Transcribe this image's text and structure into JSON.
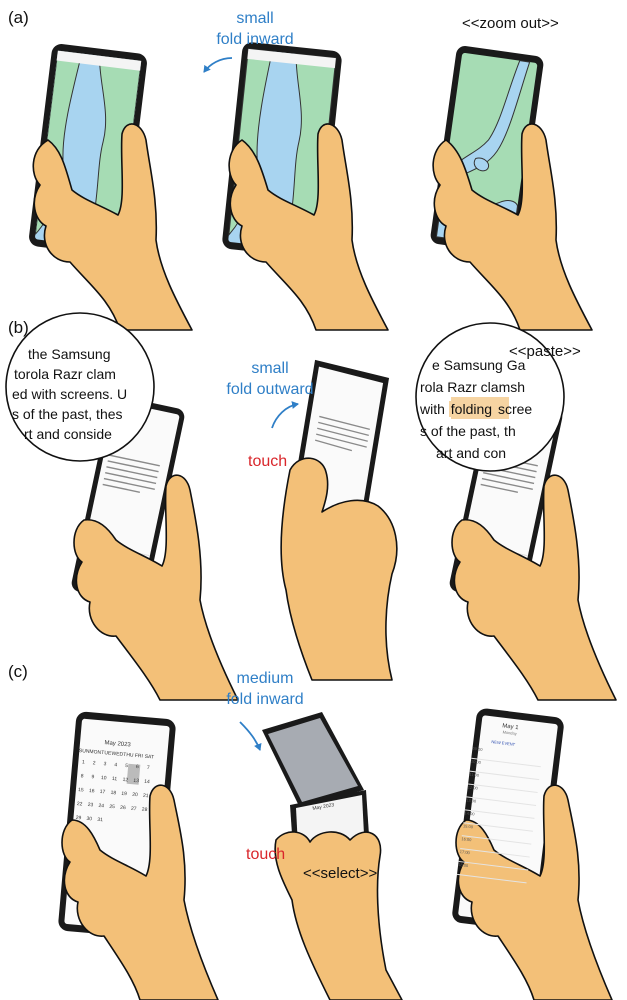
{
  "panels": {
    "a": {
      "label": "(a)",
      "gesture": [
        "small",
        "fold inward"
      ],
      "action": "<<zoom out>>"
    },
    "b": {
      "label": "(b)",
      "gesture": [
        "small",
        "fold outward"
      ],
      "touch": "touch",
      "action": "<<paste>>",
      "magnifier_left": [
        "the Samsung",
        "torola Razr clam",
        "ed with screens. U",
        "s of the past, thes",
        "rt and conside"
      ],
      "magnifier_right": [
        "e Samsung Ga",
        "rola Razr clamsh",
        "with ",
        "folding",
        " scree",
        "s of the past, th",
        "art and con"
      ]
    },
    "c": {
      "label": "(c)",
      "gesture": [
        "medium",
        "fold inward"
      ],
      "touch": "touch",
      "action": "<<select>>",
      "calendar_month": "May 2023",
      "calendar_days": [
        "SUN",
        "MON",
        "TUE",
        "WED",
        "THU",
        "FRI",
        "SAT"
      ],
      "calendar_dates": [
        "1",
        "2",
        "3",
        "4",
        "5",
        "6",
        "7",
        "8",
        "9",
        "10",
        "11",
        "12",
        "13",
        "14",
        "15",
        "16",
        "17",
        "18",
        "19",
        "20",
        "21",
        "22",
        "23",
        "24",
        "25",
        "26",
        "27",
        "28",
        "29",
        "30",
        "31"
      ],
      "day_title": "May 1",
      "day_subtitle": "Monday",
      "new_event": "NEW EVENT",
      "hours": [
        "09:00",
        "10:00",
        "11:00",
        "12:00",
        "13:00",
        "14:00",
        "15:00",
        "16:00",
        "17:00",
        "18:00"
      ]
    }
  },
  "colors": {
    "blue_text": "#2f7fc7",
    "red_text": "#d9262b",
    "skin": "#f3c078",
    "phone_body": "#1a1a1a",
    "map_water": "#a8d4f0",
    "map_land": "#a6dcb4",
    "highlight": "#f6d4a2",
    "folded_screen": "#a7abb2"
  }
}
